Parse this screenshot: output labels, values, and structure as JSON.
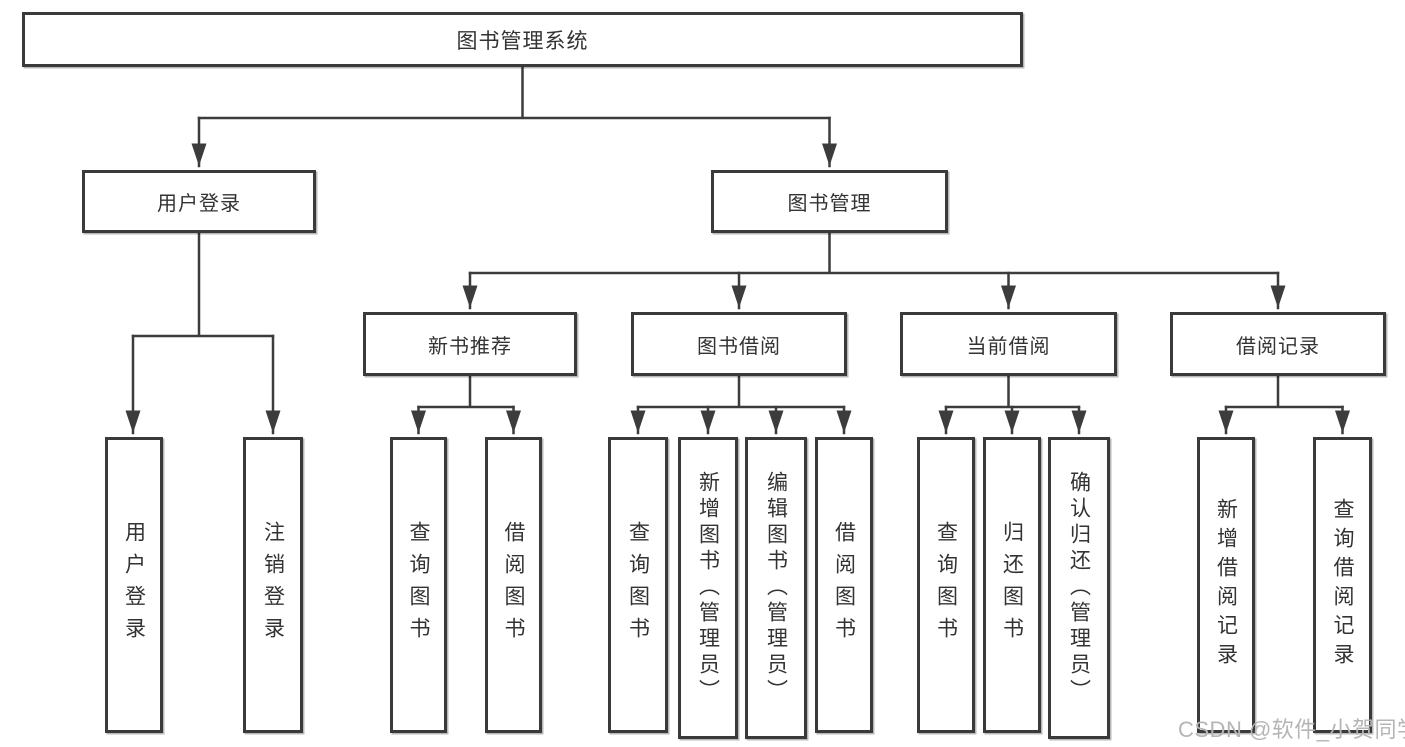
{
  "nodes": {
    "root": {
      "label": "图书管理系统"
    },
    "level1": [
      {
        "label": "用户登录"
      },
      {
        "label": "图书管理"
      }
    ],
    "level2": [
      {
        "label": "新书推荐"
      },
      {
        "label": "图书借阅"
      },
      {
        "label": "当前借阅"
      },
      {
        "label": "借阅记录"
      }
    ],
    "groups": [
      {
        "parent": "用户登录",
        "children": [
          {
            "label": "用户登录"
          },
          {
            "label": "注销登录"
          }
        ]
      },
      {
        "parent": "新书推荐",
        "children": [
          {
            "label": "查询图书"
          },
          {
            "label": "借阅图书"
          }
        ]
      },
      {
        "parent": "图书借阅",
        "children": [
          {
            "label": "查询图书"
          },
          {
            "label": "新增图书（管理员）"
          },
          {
            "label": "编辑图书（管理员）"
          },
          {
            "label": "借阅图书"
          }
        ]
      },
      {
        "parent": "当前借阅",
        "children": [
          {
            "label": "查询图书"
          },
          {
            "label": "归还图书"
          },
          {
            "label": "确认归还（管理员）"
          }
        ]
      },
      {
        "parent": "借阅记录",
        "children": [
          {
            "label": "新增借阅记录"
          },
          {
            "label": "查询借阅记录"
          }
        ]
      }
    ]
  },
  "watermark": {
    "text": "CSDN @软件_小贺同学"
  },
  "colors": {
    "line": "#3c3c3c",
    "text": "#333333",
    "watermark": "#b5b5b5",
    "background": "#ffffff"
  }
}
